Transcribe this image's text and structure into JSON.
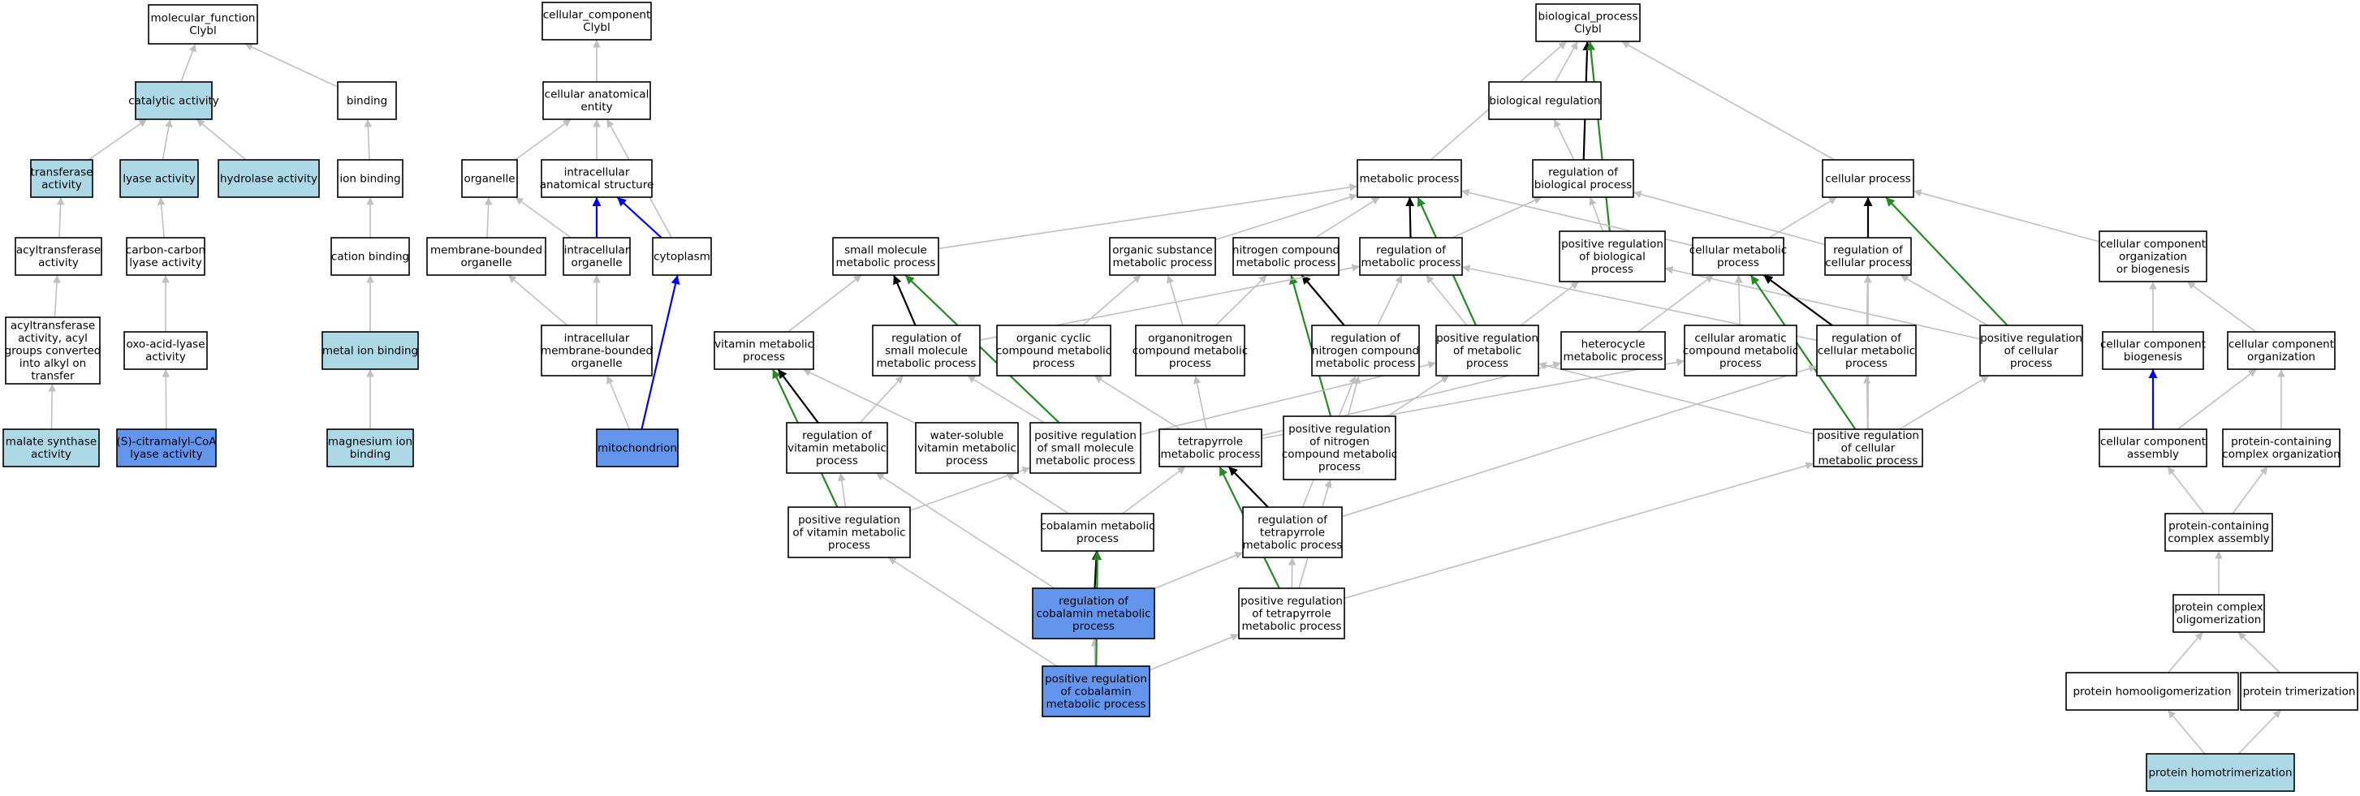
{
  "colors": {
    "white": "#ffffff",
    "light": "#add8e6",
    "dark": "#6495ed",
    "gray_edge": "#c0c0c0",
    "black_edge": "#000000",
    "green_edge": "#228b22",
    "blue_edge": "#0000ff"
  },
  "nodes": [
    {
      "id": "mf",
      "lines": [
        "molecular_function",
        "Clybl"
      ],
      "fill": "white"
    },
    {
      "id": "cat",
      "lines": [
        "catalytic activity"
      ],
      "fill": "light"
    },
    {
      "id": "bind",
      "lines": [
        "binding"
      ],
      "fill": "white"
    },
    {
      "id": "trans",
      "lines": [
        "transferase",
        "activity"
      ],
      "fill": "light"
    },
    {
      "id": "lyase",
      "lines": [
        "lyase activity"
      ],
      "fill": "light"
    },
    {
      "id": "hydro",
      "lines": [
        "hydrolase activity"
      ],
      "fill": "light"
    },
    {
      "id": "ionb",
      "lines": [
        "ion binding"
      ],
      "fill": "white"
    },
    {
      "id": "acyl",
      "lines": [
        "acyltransferase",
        "activity"
      ],
      "fill": "white"
    },
    {
      "id": "cc",
      "lines": [
        "carbon-carbon",
        "lyase activity"
      ],
      "fill": "white"
    },
    {
      "id": "catb",
      "lines": [
        "cation binding"
      ],
      "fill": "white"
    },
    {
      "id": "acyl2",
      "lines": [
        "acyltransferase",
        "activity, acyl",
        "groups converted",
        "into alkyl on",
        "transfer"
      ],
      "fill": "white"
    },
    {
      "id": "oxo",
      "lines": [
        "oxo-acid-lyase",
        "activity"
      ],
      "fill": "white"
    },
    {
      "id": "metal",
      "lines": [
        "metal ion binding"
      ],
      "fill": "light"
    },
    {
      "id": "malate",
      "lines": [
        "malate synthase",
        "activity"
      ],
      "fill": "light"
    },
    {
      "id": "citra",
      "lines": [
        "(S)-citramalyl-CoA",
        "lyase activity"
      ],
      "fill": "dark"
    },
    {
      "id": "mag",
      "lines": [
        "magnesium ion",
        "binding"
      ],
      "fill": "light"
    },
    {
      "id": "ccomp",
      "lines": [
        "cellular_component",
        "Clybl"
      ],
      "fill": "white"
    },
    {
      "id": "cae",
      "lines": [
        "cellular anatomical",
        "entity"
      ],
      "fill": "white"
    },
    {
      "id": "org",
      "lines": [
        "organelle"
      ],
      "fill": "white"
    },
    {
      "id": "ias",
      "lines": [
        "intracellular",
        "anatomical structure"
      ],
      "fill": "white"
    },
    {
      "id": "mbo",
      "lines": [
        "membrane-bounded",
        "organelle"
      ],
      "fill": "white"
    },
    {
      "id": "io",
      "lines": [
        "intracellular",
        "organelle"
      ],
      "fill": "white"
    },
    {
      "id": "cyto",
      "lines": [
        "cytoplasm"
      ],
      "fill": "white"
    },
    {
      "id": "imbo",
      "lines": [
        "intracellular",
        "membrane-bounded",
        "organelle"
      ],
      "fill": "white"
    },
    {
      "id": "mito",
      "lines": [
        "mitochondrion"
      ],
      "fill": "dark"
    },
    {
      "id": "bp",
      "lines": [
        "biological_process",
        "Clybl"
      ],
      "fill": "white"
    },
    {
      "id": "breg",
      "lines": [
        "biological regulation"
      ],
      "fill": "white"
    },
    {
      "id": "metp",
      "lines": [
        "metabolic process"
      ],
      "fill": "white"
    },
    {
      "id": "rbp",
      "lines": [
        "regulation of",
        "biological process"
      ],
      "fill": "white"
    },
    {
      "id": "cellp",
      "lines": [
        "cellular process"
      ],
      "fill": "white"
    },
    {
      "id": "smmp",
      "lines": [
        "small molecule",
        "metabolic process"
      ],
      "fill": "white"
    },
    {
      "id": "osmp",
      "lines": [
        "organic substance",
        "metabolic process"
      ],
      "fill": "white"
    },
    {
      "id": "ncmp",
      "lines": [
        "nitrogen compound",
        "metabolic process"
      ],
      "fill": "white"
    },
    {
      "id": "rmp",
      "lines": [
        "regulation of",
        "metabolic process"
      ],
      "fill": "white"
    },
    {
      "id": "prbp",
      "lines": [
        "positive regulation",
        "of biological",
        "process"
      ],
      "fill": "white"
    },
    {
      "id": "cmp",
      "lines": [
        "cellular metabolic",
        "process"
      ],
      "fill": "white"
    },
    {
      "id": "rcp",
      "lines": [
        "regulation of",
        "cellular process"
      ],
      "fill": "white"
    },
    {
      "id": "ccob",
      "lines": [
        "cellular component",
        "organization",
        "or biogenesis"
      ],
      "fill": "white"
    },
    {
      "id": "vmp",
      "lines": [
        "vitamin metabolic",
        "process"
      ],
      "fill": "white"
    },
    {
      "id": "rsmmp",
      "lines": [
        "regulation of",
        "small molecule",
        "metabolic process"
      ],
      "fill": "white"
    },
    {
      "id": "occmp",
      "lines": [
        "organic cyclic",
        "compound metabolic",
        "process"
      ],
      "fill": "white"
    },
    {
      "id": "oncmp",
      "lines": [
        "organonitrogen",
        "compound metabolic",
        "process"
      ],
      "fill": "white"
    },
    {
      "id": "rncmp",
      "lines": [
        "regulation of",
        "nitrogen compound",
        "metabolic process"
      ],
      "fill": "white"
    },
    {
      "id": "prmp",
      "lines": [
        "positive regulation",
        "of metabolic",
        "process"
      ],
      "fill": "white"
    },
    {
      "id": "hmp",
      "lines": [
        "heterocycle",
        "metabolic process"
      ],
      "fill": "white"
    },
    {
      "id": "cacmp",
      "lines": [
        "cellular aromatic",
        "compound metabolic",
        "process"
      ],
      "fill": "white"
    },
    {
      "id": "rcmp",
      "lines": [
        "regulation of",
        "cellular metabolic",
        "process"
      ],
      "fill": "white"
    },
    {
      "id": "prcp",
      "lines": [
        "positive regulation",
        "of cellular",
        "process"
      ],
      "fill": "white"
    },
    {
      "id": "ccb",
      "lines": [
        "cellular component",
        "biogenesis"
      ],
      "fill": "white"
    },
    {
      "id": "cco",
      "lines": [
        "cellular component",
        "organization"
      ],
      "fill": "white"
    },
    {
      "id": "rvmp",
      "lines": [
        "regulation of",
        "vitamin metabolic",
        "process"
      ],
      "fill": "white"
    },
    {
      "id": "wsvmp",
      "lines": [
        "water-soluble",
        "vitamin metabolic",
        "process"
      ],
      "fill": "white"
    },
    {
      "id": "prsmmp",
      "lines": [
        "positive regulation",
        "of small molecule",
        "metabolic process"
      ],
      "fill": "white"
    },
    {
      "id": "tmp",
      "lines": [
        "tetrapyrrole",
        "metabolic process"
      ],
      "fill": "white"
    },
    {
      "id": "prncmp",
      "lines": [
        "positive regulation",
        "of nitrogen",
        "compound metabolic",
        "process"
      ],
      "fill": "white"
    },
    {
      "id": "prcmp",
      "lines": [
        "positive regulation",
        "of cellular",
        "metabolic process"
      ],
      "fill": "white"
    },
    {
      "id": "cca",
      "lines": [
        "cellular component",
        "assembly"
      ],
      "fill": "white"
    },
    {
      "id": "pcco",
      "lines": [
        "protein-containing",
        "complex organization"
      ],
      "fill": "white"
    },
    {
      "id": "prvmp",
      "lines": [
        "positive regulation",
        "of vitamin metabolic",
        "process"
      ],
      "fill": "white"
    },
    {
      "id": "cobmp",
      "lines": [
        "cobalamin metabolic",
        "process"
      ],
      "fill": "white"
    },
    {
      "id": "rtmp",
      "lines": [
        "regulation of",
        "tetrapyrrole",
        "metabolic process"
      ],
      "fill": "white"
    },
    {
      "id": "pcca",
      "lines": [
        "protein-containing",
        "complex assembly"
      ],
      "fill": "white"
    },
    {
      "id": "rcobmp",
      "lines": [
        "regulation of",
        "cobalamin metabolic",
        "process"
      ],
      "fill": "dark"
    },
    {
      "id": "prtmp",
      "lines": [
        "positive regulation",
        "of tetrapyrrole",
        "metabolic process"
      ],
      "fill": "white"
    },
    {
      "id": "pco",
      "lines": [
        "protein complex",
        "oligomerization"
      ],
      "fill": "white"
    },
    {
      "id": "prcobmp",
      "lines": [
        "positive regulation",
        "of cobalamin",
        "metabolic process"
      ],
      "fill": "dark"
    },
    {
      "id": "phomo",
      "lines": [
        "protein homooligomerization"
      ],
      "fill": "white"
    },
    {
      "id": "ptri",
      "lines": [
        "protein trimerization"
      ],
      "fill": "white"
    },
    {
      "id": "phomotri",
      "lines": [
        "protein homotrimerization"
      ],
      "fill": "light"
    }
  ],
  "edges": [
    [
      "cat",
      "mf",
      "gray"
    ],
    [
      "bind",
      "mf",
      "gray"
    ],
    [
      "trans",
      "cat",
      "gray"
    ],
    [
      "lyase",
      "cat",
      "gray"
    ],
    [
      "hydro",
      "cat",
      "gray"
    ],
    [
      "ionb",
      "bind",
      "gray"
    ],
    [
      "acyl",
      "trans",
      "gray"
    ],
    [
      "cc",
      "lyase",
      "gray"
    ],
    [
      "catb",
      "ionb",
      "gray"
    ],
    [
      "acyl2",
      "acyl",
      "gray"
    ],
    [
      "oxo",
      "cc",
      "gray"
    ],
    [
      "metal",
      "catb",
      "gray"
    ],
    [
      "malate",
      "acyl2",
      "gray"
    ],
    [
      "citra",
      "oxo",
      "gray"
    ],
    [
      "mag",
      "metal",
      "gray"
    ],
    [
      "cae",
      "ccomp",
      "gray"
    ],
    [
      "org",
      "cae",
      "gray"
    ],
    [
      "ias",
      "cae",
      "gray"
    ],
    [
      "cyto",
      "cae",
      "gray"
    ],
    [
      "mbo",
      "org",
      "gray"
    ],
    [
      "io",
      "org",
      "gray"
    ],
    [
      "io",
      "ias",
      "blue"
    ],
    [
      "cyto",
      "ias",
      "blue"
    ],
    [
      "imbo",
      "mbo",
      "gray"
    ],
    [
      "imbo",
      "io",
      "gray"
    ],
    [
      "mito",
      "imbo",
      "gray"
    ],
    [
      "mito",
      "cyto",
      "blue"
    ],
    [
      "breg",
      "bp",
      "gray"
    ],
    [
      "metp",
      "bp",
      "gray"
    ],
    [
      "rbp",
      "bp",
      "black"
    ],
    [
      "cellp",
      "bp",
      "gray"
    ],
    [
      "prbp",
      "bp",
      "green"
    ],
    [
      "rbp",
      "breg",
      "gray"
    ],
    [
      "smmp",
      "metp",
      "gray"
    ],
    [
      "osmp",
      "metp",
      "gray"
    ],
    [
      "ncmp",
      "metp",
      "gray"
    ],
    [
      "rmp",
      "metp",
      "black"
    ],
    [
      "cmp",
      "metp",
      "gray"
    ],
    [
      "prmp",
      "metp",
      "green"
    ],
    [
      "rmp",
      "rbp",
      "gray"
    ],
    [
      "prbp",
      "rbp",
      "gray"
    ],
    [
      "rcp",
      "rbp",
      "gray"
    ],
    [
      "cmp",
      "cellp",
      "gray"
    ],
    [
      "rcp",
      "cellp",
      "black"
    ],
    [
      "prcp",
      "cellp",
      "green"
    ],
    [
      "ccob",
      "cellp",
      "gray"
    ],
    [
      "vmp",
      "smmp",
      "gray"
    ],
    [
      "rsmmp",
      "smmp",
      "black"
    ],
    [
      "prsmmp",
      "smmp",
      "green"
    ],
    [
      "occmp",
      "osmp",
      "gray"
    ],
    [
      "oncmp",
      "osmp",
      "gray"
    ],
    [
      "oncmp",
      "ncmp",
      "gray"
    ],
    [
      "rncmp",
      "ncmp",
      "black"
    ],
    [
      "prncmp",
      "ncmp",
      "green"
    ],
    [
      "rsmmp",
      "rmp",
      "gray"
    ],
    [
      "rncmp",
      "rmp",
      "gray"
    ],
    [
      "prmp",
      "rmp",
      "gray"
    ],
    [
      "rcmp",
      "rmp",
      "gray"
    ],
    [
      "prmp",
      "prbp",
      "gray"
    ],
    [
      "prcp",
      "prbp",
      "gray"
    ],
    [
      "hmp",
      "cmp",
      "gray"
    ],
    [
      "cacmp",
      "cmp",
      "gray"
    ],
    [
      "rcmp",
      "cmp",
      "black"
    ],
    [
      "prcmp",
      "cmp",
      "green"
    ],
    [
      "rcmp",
      "rcp",
      "gray"
    ],
    [
      "prcp",
      "rcp",
      "gray"
    ],
    [
      "prcmp",
      "rcp",
      "gray"
    ],
    [
      "ccb",
      "ccob",
      "gray"
    ],
    [
      "cco",
      "ccob",
      "gray"
    ],
    [
      "rvmp",
      "vmp",
      "black"
    ],
    [
      "prvmp",
      "vmp",
      "green"
    ],
    [
      "wsvmp",
      "vmp",
      "gray"
    ],
    [
      "prsmmp",
      "rsmmp",
      "gray"
    ],
    [
      "rvmp",
      "rsmmp",
      "gray"
    ],
    [
      "tmp",
      "occmp",
      "gray"
    ],
    [
      "tmp",
      "oncmp",
      "gray"
    ],
    [
      "prncmp",
      "rncmp",
      "gray"
    ],
    [
      "rtmp",
      "rncmp",
      "gray"
    ],
    [
      "prncmp",
      "prmp",
      "gray"
    ],
    [
      "prsmmp",
      "prmp",
      "gray"
    ],
    [
      "prcmp",
      "prmp",
      "gray"
    ],
    [
      "tmp",
      "hmp",
      "gray"
    ],
    [
      "tmp",
      "cacmp",
      "gray"
    ],
    [
      "prcmp",
      "rcmp",
      "gray"
    ],
    [
      "rtmp",
      "rcmp",
      "gray"
    ],
    [
      "prcmp",
      "prcp",
      "gray"
    ],
    [
      "cca",
      "ccb",
      "blue"
    ],
    [
      "cca",
      "cco",
      "gray"
    ],
    [
      "pcco",
      "cco",
      "gray"
    ],
    [
      "prvmp",
      "rvmp",
      "gray"
    ],
    [
      "cobmp",
      "wsvmp",
      "gray"
    ],
    [
      "prvmp",
      "prsmmp",
      "gray"
    ],
    [
      "rtmp",
      "tmp",
      "black"
    ],
    [
      "prtmp",
      "tmp",
      "green"
    ],
    [
      "cobmp",
      "tmp",
      "gray"
    ],
    [
      "prtmp",
      "prncmp",
      "gray"
    ],
    [
      "prtmp",
      "prcmp",
      "gray"
    ],
    [
      "pcca",
      "cca",
      "gray"
    ],
    [
      "pcca",
      "pcco",
      "gray"
    ],
    [
      "rcobmp",
      "cobmp",
      "black"
    ],
    [
      "rcobmp",
      "rvmp",
      "gray"
    ],
    [
      "rcobmp",
      "rtmp",
      "gray"
    ],
    [
      "prtmp",
      "rtmp",
      "gray"
    ],
    [
      "pco",
      "pcca",
      "gray"
    ],
    [
      "prcobmp",
      "rcobmp",
      "gray"
    ],
    [
      "prcobmp",
      "cobmp",
      "green"
    ],
    [
      "prcobmp",
      "prvmp",
      "gray"
    ],
    [
      "prcobmp",
      "prtmp",
      "gray"
    ],
    [
      "phomo",
      "pco",
      "gray"
    ],
    [
      "ptri",
      "pco",
      "gray"
    ],
    [
      "phomotri",
      "phomo",
      "gray"
    ],
    [
      "phomotri",
      "ptri",
      "gray"
    ]
  ]
}
